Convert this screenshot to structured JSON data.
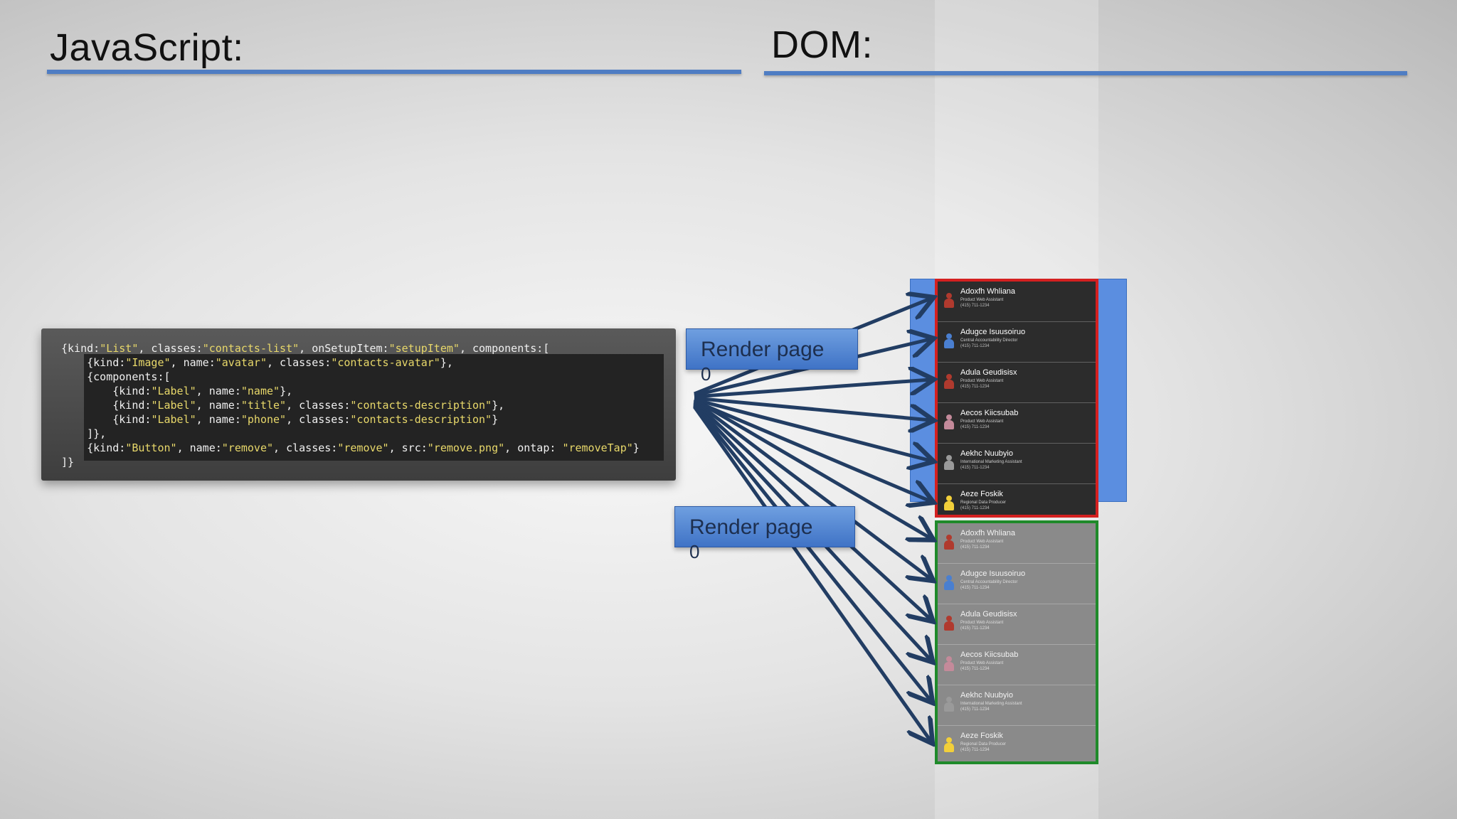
{
  "headings": {
    "javascript": "JavaScript:",
    "dom": "DOM:"
  },
  "code": [
    [
      [
        "{kind:",
        ""
      ],
      [
        "\"List\"",
        "s"
      ],
      [
        ", classes:",
        ""
      ],
      [
        "\"contacts-list\"",
        "s"
      ],
      [
        ", onSetupItem:",
        ""
      ],
      [
        "\"setupItem\"",
        "s"
      ],
      [
        ", components:[",
        ""
      ]
    ],
    [
      [
        "    {kind:",
        ""
      ],
      [
        "\"Image\"",
        "s"
      ],
      [
        ", name:",
        ""
      ],
      [
        "\"avatar\"",
        "s"
      ],
      [
        ", classes:",
        ""
      ],
      [
        "\"contacts-avatar\"",
        "s"
      ],
      [
        "},",
        ""
      ]
    ],
    [
      [
        "    {components:[",
        ""
      ]
    ],
    [
      [
        "        {kind:",
        ""
      ],
      [
        "\"Label\"",
        "s"
      ],
      [
        ", name:",
        ""
      ],
      [
        "\"name\"",
        "s"
      ],
      [
        "},",
        ""
      ]
    ],
    [
      [
        "        {kind:",
        ""
      ],
      [
        "\"Label\"",
        "s"
      ],
      [
        ", name:",
        ""
      ],
      [
        "\"title\"",
        "s"
      ],
      [
        ", classes:",
        ""
      ],
      [
        "\"contacts-description\"",
        "s"
      ],
      [
        "},",
        ""
      ]
    ],
    [
      [
        "        {kind:",
        ""
      ],
      [
        "\"Label\"",
        "s"
      ],
      [
        ", name:",
        ""
      ],
      [
        "\"phone\"",
        "s"
      ],
      [
        ", classes:",
        ""
      ],
      [
        "\"contacts-description\"",
        "s"
      ],
      [
        "}",
        ""
      ]
    ],
    [
      [
        "    ]},",
        ""
      ]
    ],
    [
      [
        "    {kind:",
        ""
      ],
      [
        "\"Button\"",
        "s"
      ],
      [
        ", name:",
        ""
      ],
      [
        "\"remove\"",
        "s"
      ],
      [
        ", classes:",
        ""
      ],
      [
        "\"remove\"",
        "s"
      ],
      [
        ", src:",
        ""
      ],
      [
        "\"remove.png\"",
        "s"
      ],
      [
        ", ontap: ",
        ""
      ],
      [
        "\"removeTap\"",
        "s"
      ],
      [
        "}",
        ""
      ]
    ],
    [
      [
        "]}",
        ""
      ]
    ]
  ],
  "render_buttons": [
    {
      "label": "Render page",
      "page": "0"
    },
    {
      "label": "Render page",
      "page": "0"
    }
  ],
  "contacts": [
    {
      "name": "Adoxfh Whliana",
      "title": "Product Web Assistant",
      "phone": "(415) 711-1234",
      "avatar_color": "#b03a2e"
    },
    {
      "name": "Adugce Isuusoiruo",
      "title": "Central Accountability Director",
      "phone": "(415) 711-1234",
      "avatar_color": "#4a7fd0"
    },
    {
      "name": "Adula Geudisisx",
      "title": "Product Web Assistant",
      "phone": "(415) 711-1234",
      "avatar_color": "#b03a2e"
    },
    {
      "name": "Aecos Kiicsubab",
      "title": "Product Web Assistant",
      "phone": "(415) 711-1234",
      "avatar_color": "#c48a9a"
    },
    {
      "name": "Aekhc Nuubyio",
      "title": "International Marketing Assistant",
      "phone": "(415) 711-1234",
      "avatar_color": "#9a9a9a"
    },
    {
      "name": "Aeze Foskik",
      "title": "Regional Data Producer",
      "phone": "(415) 711-1234",
      "avatar_color": "#f2cf3a"
    }
  ],
  "colors": {
    "rule": "#4f7dc3",
    "arrow": "#223d63",
    "page_0_border": "#d42020",
    "page_1_border": "#1f8a2a",
    "code_string": "#e8d86a"
  }
}
